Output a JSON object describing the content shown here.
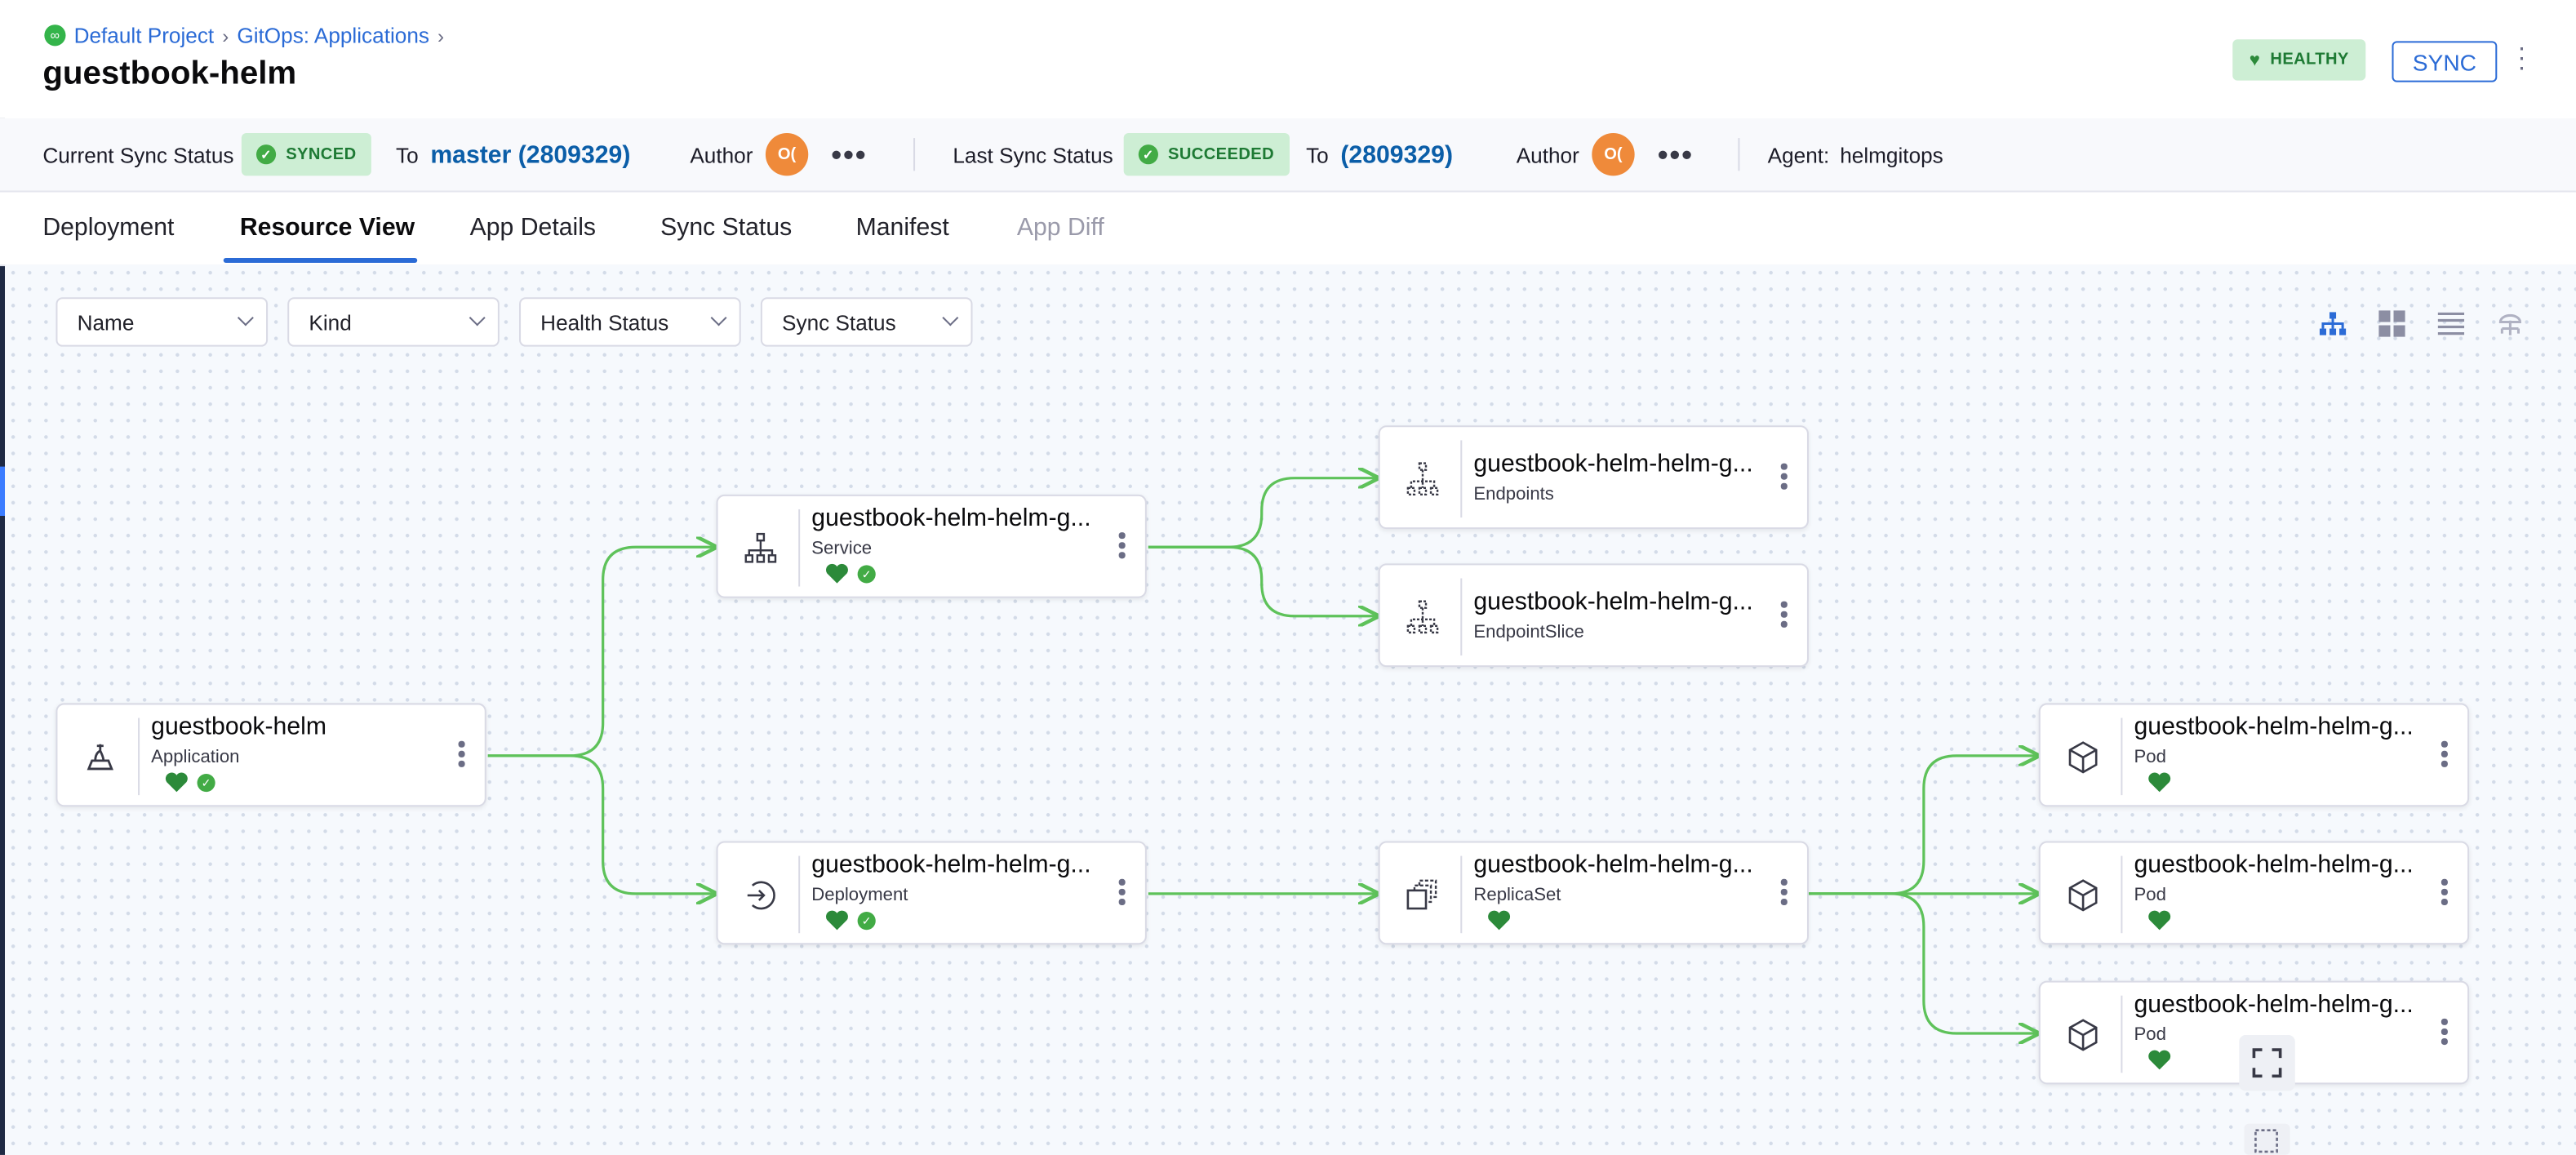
{
  "breadcrumb": {
    "project": "Default Project",
    "section": "GitOps: Applications"
  },
  "page_title": "guestbook-helm",
  "health_badge": "HEALTHY",
  "sync_button": "SYNC",
  "status_bar": {
    "current_sync_label": "Current Sync Status",
    "current_sync_value": "SYNCED",
    "to_label": "To",
    "current_revision": "master (2809329)",
    "author_label": "Author",
    "author_initials": "O(",
    "last_sync_label": "Last Sync Status",
    "last_sync_value": "SUCCEEDED",
    "last_revision": "(2809329)",
    "agent_label": "Agent:",
    "agent_value": "helmgitops"
  },
  "tabs": [
    "Deployment",
    "Resource View",
    "App Details",
    "Sync Status",
    "Manifest",
    "App Diff"
  ],
  "active_tab": "Resource View",
  "filters": [
    "Name",
    "Kind",
    "Health Status",
    "Sync Status"
  ],
  "view_icons": [
    "tree-view-icon",
    "grid-view-icon",
    "list-view-icon",
    "network-view-icon"
  ],
  "nodes": {
    "app": {
      "name": "guestbook-helm",
      "kind": "Application"
    },
    "service": {
      "name": "guestbook-helm-helm-g...",
      "kind": "Service"
    },
    "endpoints": {
      "name": "guestbook-helm-helm-g...",
      "kind": "Endpoints"
    },
    "endpointslice": {
      "name": "guestbook-helm-helm-g...",
      "kind": "EndpointSlice"
    },
    "deployment": {
      "name": "guestbook-helm-helm-g...",
      "kind": "Deployment"
    },
    "replicaset": {
      "name": "guestbook-helm-helm-g...",
      "kind": "ReplicaSet"
    },
    "pod1": {
      "name": "guestbook-helm-helm-g...",
      "kind": "Pod"
    },
    "pod2": {
      "name": "guestbook-helm-helm-g...",
      "kind": "Pod"
    },
    "pod3": {
      "name": "guestbook-helm-helm-g...",
      "kind": "Pod"
    }
  },
  "colors": {
    "healthy_green": "#2c8a3a",
    "edge_green": "#5ec25a",
    "link_blue": "#0b5ea8",
    "accent_blue": "#2b6bd6",
    "avatar_orange": "#ef8a3a"
  }
}
